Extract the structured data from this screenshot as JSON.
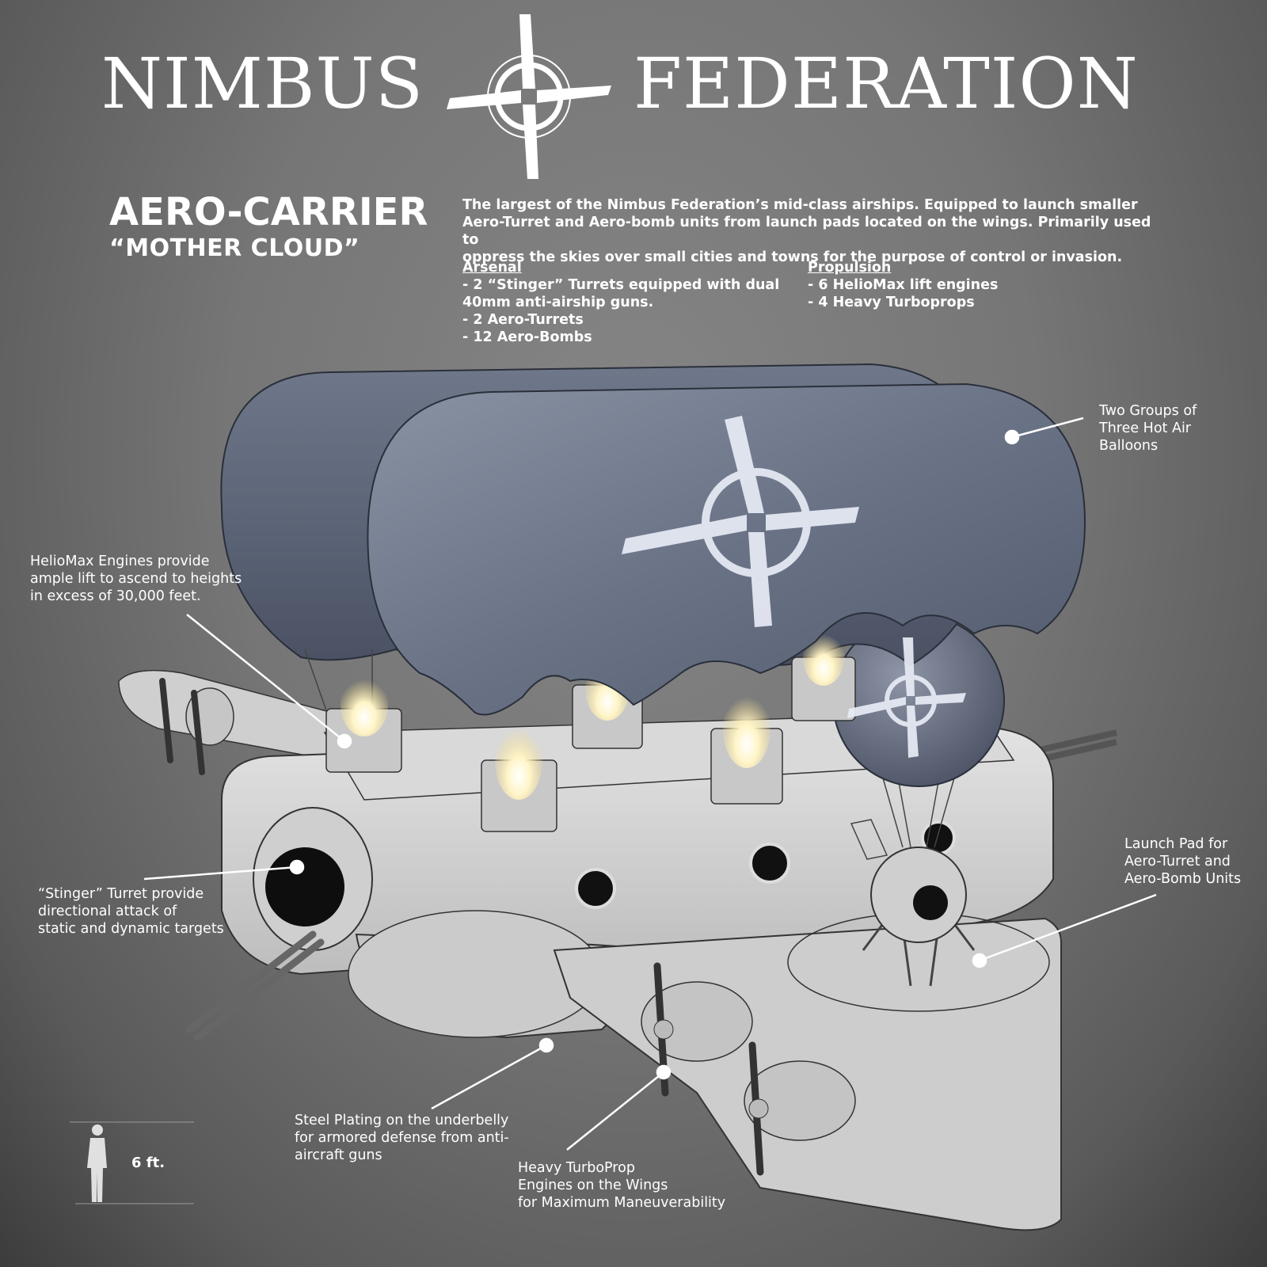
{
  "header": {
    "title_left": "NIMBUS",
    "title_right": "FEDERATION",
    "emblem_icon": "propeller-cross-emblem-icon"
  },
  "craft": {
    "name": "AERO-CARRIER",
    "nickname": "“MOTHER CLOUD”",
    "description_lines": [
      "The largest of the Nimbus Federation’s mid-class airships. Equipped to launch smaller",
      "Aero-Turret and Aero-bomb units from launch pads located on the wings. Primarily used to",
      "oppress the skies over small cities and towns for the purpose of control or invasion."
    ]
  },
  "specs": {
    "arsenal": {
      "heading": "Arsenal",
      "lines": [
        "- 2 “Stinger” Turrets equipped with dual",
        "40mm anti-airship guns.",
        "- 2 Aero-Turrets",
        "- 12 Aero-Bombs"
      ]
    },
    "propulsion": {
      "heading": "Propulsion",
      "lines": [
        "- 6 HelioMax lift engines",
        "- 4 Heavy Turboprops"
      ]
    }
  },
  "callouts": {
    "balloons": [
      "Two Groups of",
      "Three Hot Air",
      "Balloons"
    ],
    "heliomax": [
      "HelioMax Engines provide",
      "ample lift to ascend to heights",
      "in excess of 30,000 feet."
    ],
    "stinger": [
      "“Stinger” Turret provide",
      "directional attack of",
      "static and dynamic targets"
    ],
    "launch_pad": [
      "Launch Pad for",
      "Aero-Turret and",
      "Aero-Bomb Units"
    ],
    "steel_plating": [
      "Steel Plating on the underbelly",
      "for armored defense from anti-",
      "aircraft guns"
    ],
    "turboprop": [
      "Heavy TurboProp",
      "Engines on the Wings",
      "for Maximum Maneuverability"
    ]
  },
  "scale": {
    "label": "6 ft.",
    "icon": "human-silhouette-icon"
  },
  "colors": {
    "background": "#7a7a7a",
    "balloon": "#5d6577",
    "hull": "#d4d4d4",
    "text": "#ffffff"
  }
}
